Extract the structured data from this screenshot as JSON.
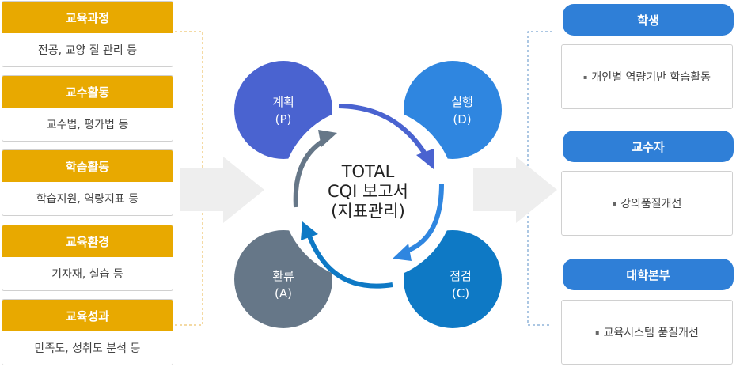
{
  "left": [
    {
      "title": "교육과정",
      "desc": "전공, 교양 질 관리 등"
    },
    {
      "title": "교수활동",
      "desc": "교수법, 평가법 등"
    },
    {
      "title": "학습활동",
      "desc": "학습지원, 역량지표 등"
    },
    {
      "title": "교육환경",
      "desc": "기자재, 실습 등"
    },
    {
      "title": "교육성과",
      "desc": "만족도, 성취도 분석 등"
    }
  ],
  "cycle": {
    "plan": {
      "name": "계획",
      "code": "(P)"
    },
    "do": {
      "name": "실행",
      "code": "(D)"
    },
    "check": {
      "name": "점검",
      "code": "(C)"
    },
    "act": {
      "name": "환류",
      "code": "(A)"
    }
  },
  "center": {
    "line1": "TOTAL",
    "line2": "CQI 보고서",
    "line3": "(지표관리)"
  },
  "right": [
    {
      "title": "학생",
      "desc": "개인별 역량기반 학습활동"
    },
    {
      "title": "교수자",
      "desc": "강의품질개선"
    },
    {
      "title": "대학본부",
      "desc": "교육시스템 품질개선"
    }
  ],
  "colors": {
    "left_header": "#e8a900",
    "right_header": "#2f7fd7",
    "plan": "#4a63d0",
    "do": "#2f86e0",
    "check": "#0e79c5",
    "act": "#667788"
  }
}
